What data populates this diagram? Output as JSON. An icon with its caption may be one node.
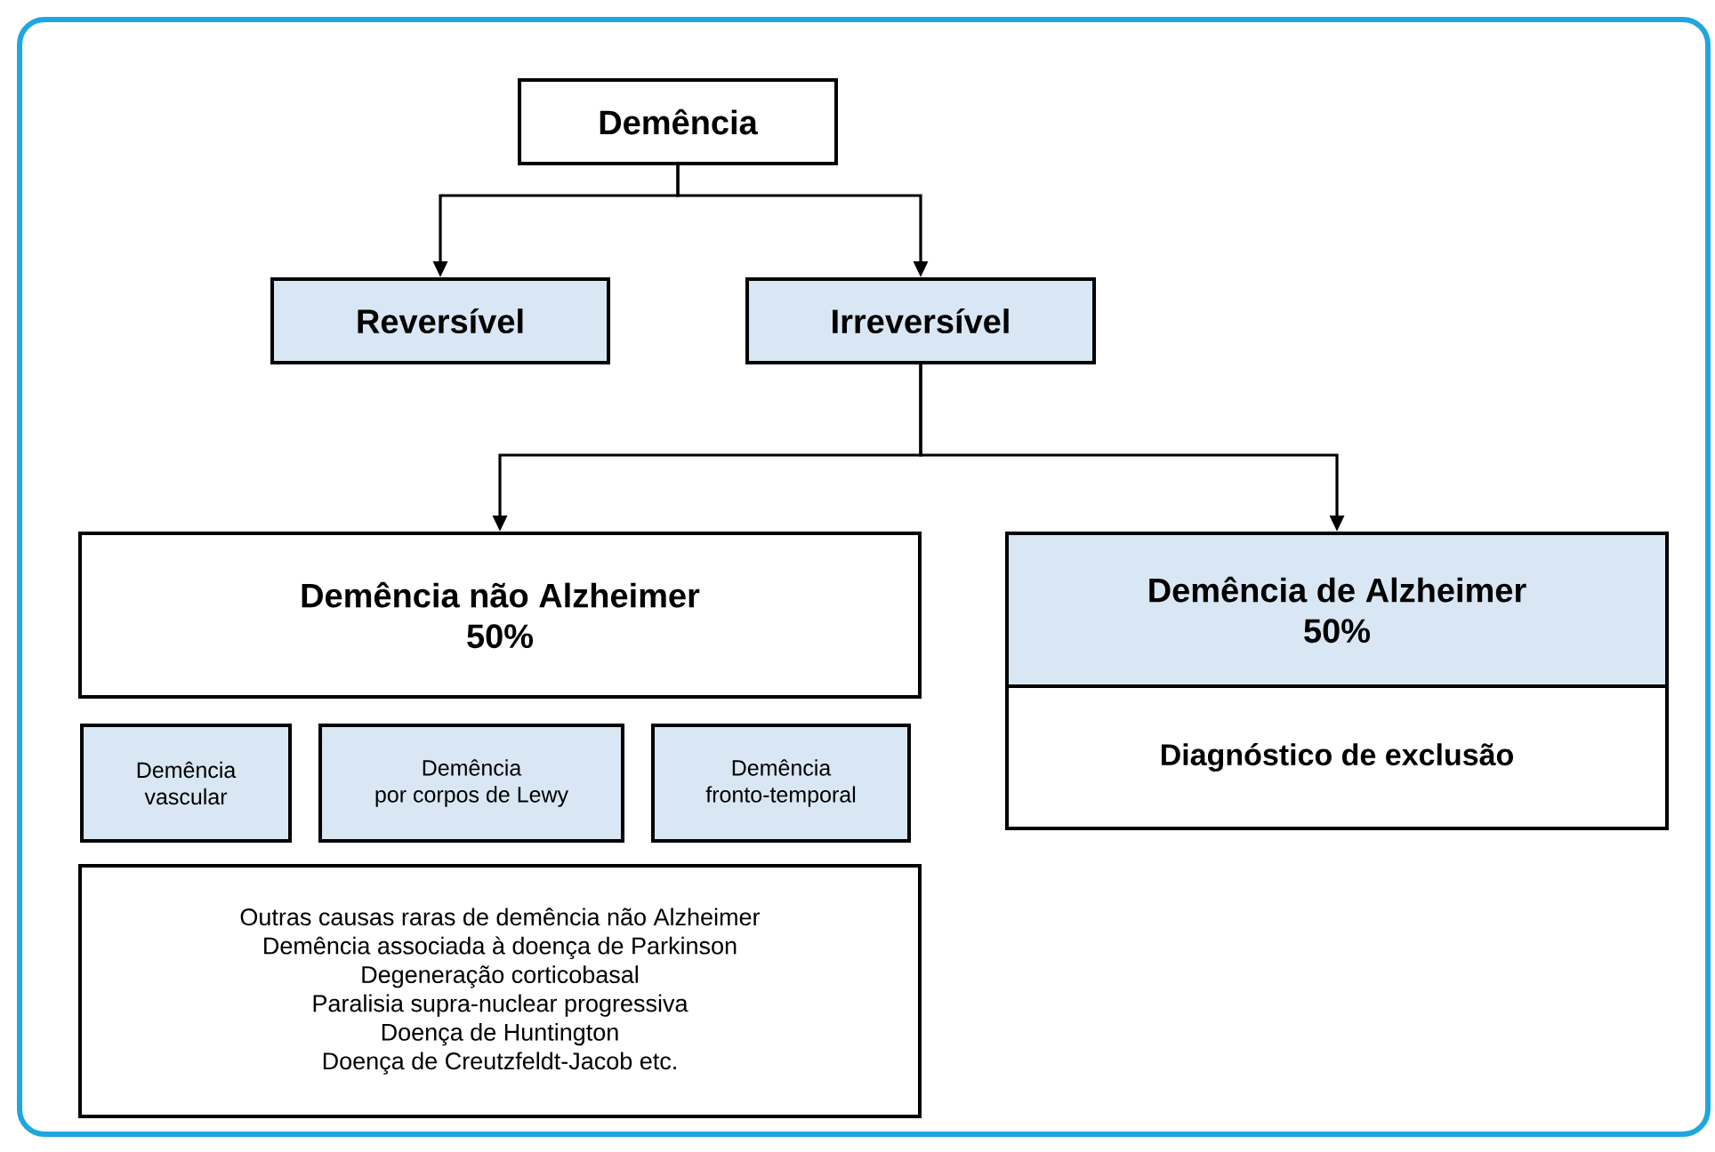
{
  "diagram": {
    "nodes": [
      {
        "text": [
          "Demência"
        ]
      },
      {
        "text": [
          "Reversível"
        ]
      },
      {
        "text": [
          "Irreversível"
        ]
      },
      {
        "text": [
          "Demência não Alzheimer",
          "50%"
        ]
      },
      {
        "text": [
          "Demência de Alzheimer",
          "50%"
        ]
      },
      {
        "text": [
          "Diagnóstico de exclusão"
        ]
      },
      {
        "text": [
          "Demência",
          "vascular"
        ]
      },
      {
        "text": [
          "Demência",
          "por corpos de Lewy"
        ]
      },
      {
        "text": [
          "Demência",
          "fronto-temporal"
        ]
      },
      {
        "text": [
          "Outras causas raras de demência não Alzheimer",
          "Demência associada à doença de Parkinson",
          "Degeneração corticobasal",
          "Paralisia supra-nuclear progressiva",
          "Doença de Huntington",
          "Doença de Creutzfeldt-Jacob etc."
        ]
      }
    ],
    "edges": [
      {
        "from": 0,
        "to": 1,
        "arrow": "to"
      },
      {
        "from": 0,
        "to": 2,
        "arrow": "to"
      },
      {
        "from": 2,
        "to": 3,
        "arrow": "to"
      },
      {
        "from": 2,
        "to": 4,
        "arrow": "to"
      }
    ]
  }
}
